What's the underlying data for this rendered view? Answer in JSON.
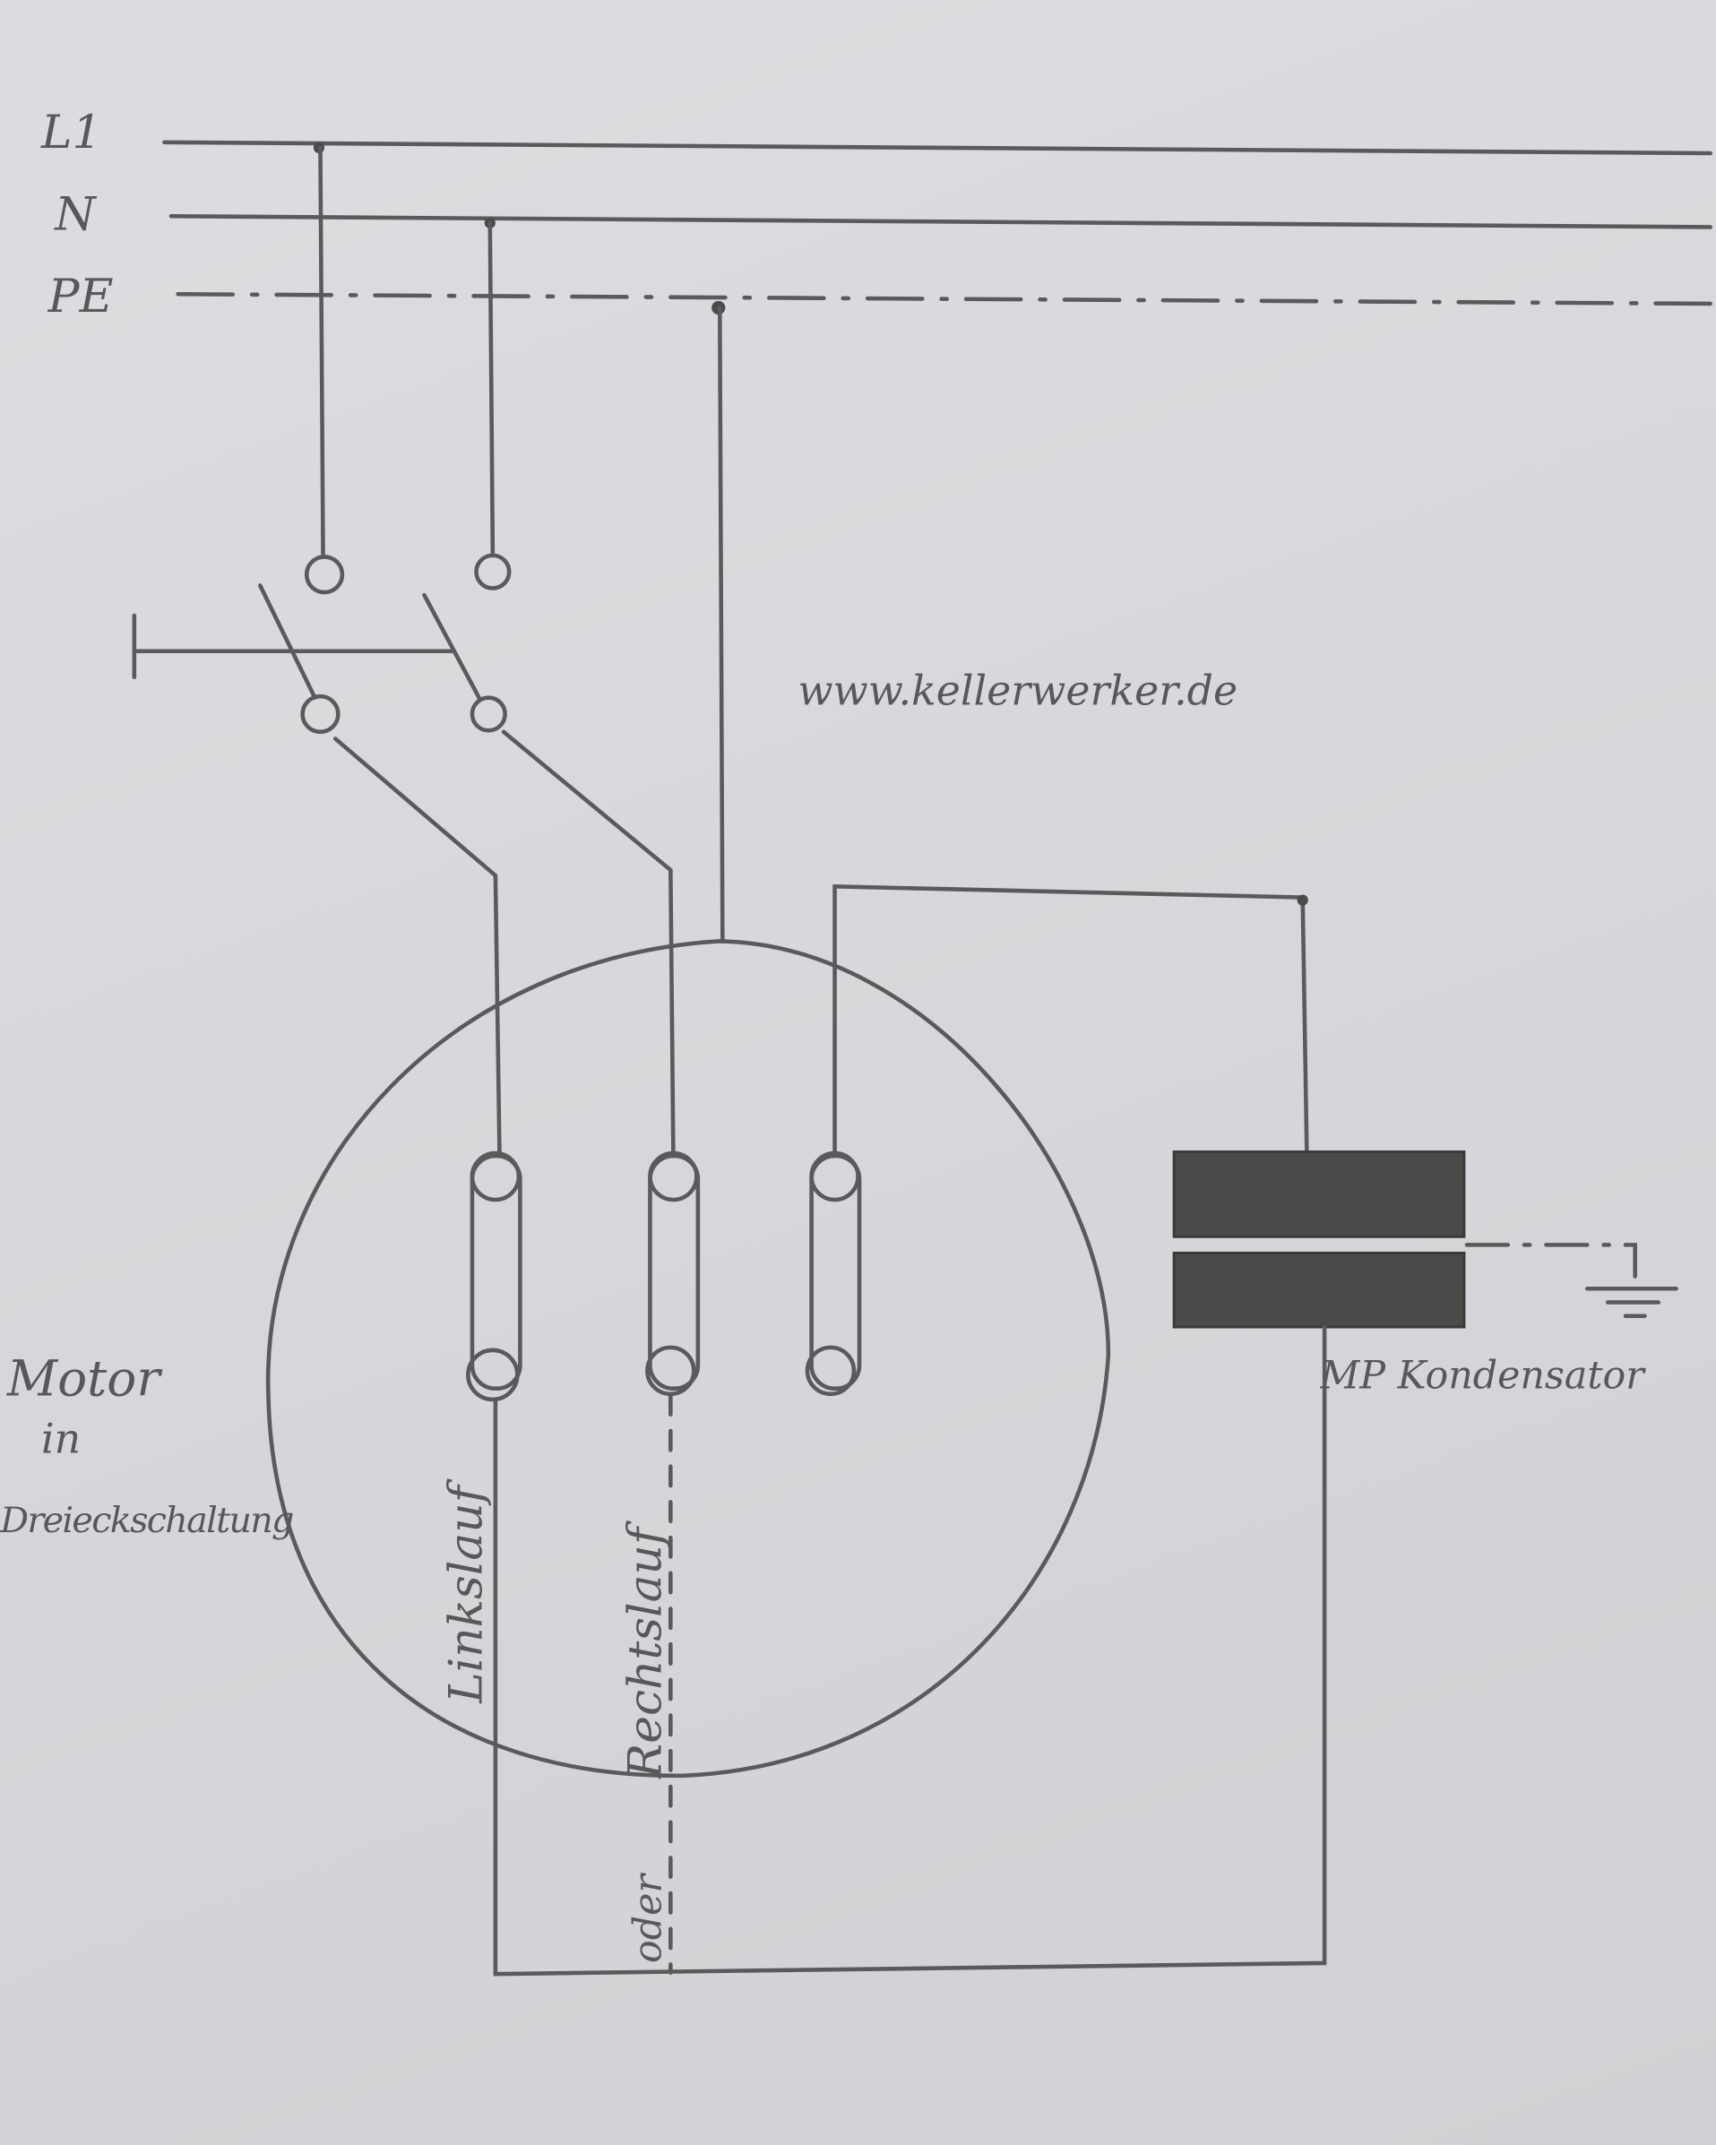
{
  "lines": {
    "l1": "L1",
    "n": "N",
    "pe": "PE"
  },
  "website": "www.kellerwerker.de",
  "motor_label": [
    "Motor",
    "in",
    "Dreieckschaltung"
  ],
  "rotation_left": "Linkslauf",
  "rotation_right": "Rechtslauf",
  "or_label": "oder",
  "capacitor_label": "MP Kondensator",
  "colors": {
    "paper": "#d6d8db",
    "pencil": "#5a5a5c",
    "capacitor_fill": "#4a4a48"
  }
}
